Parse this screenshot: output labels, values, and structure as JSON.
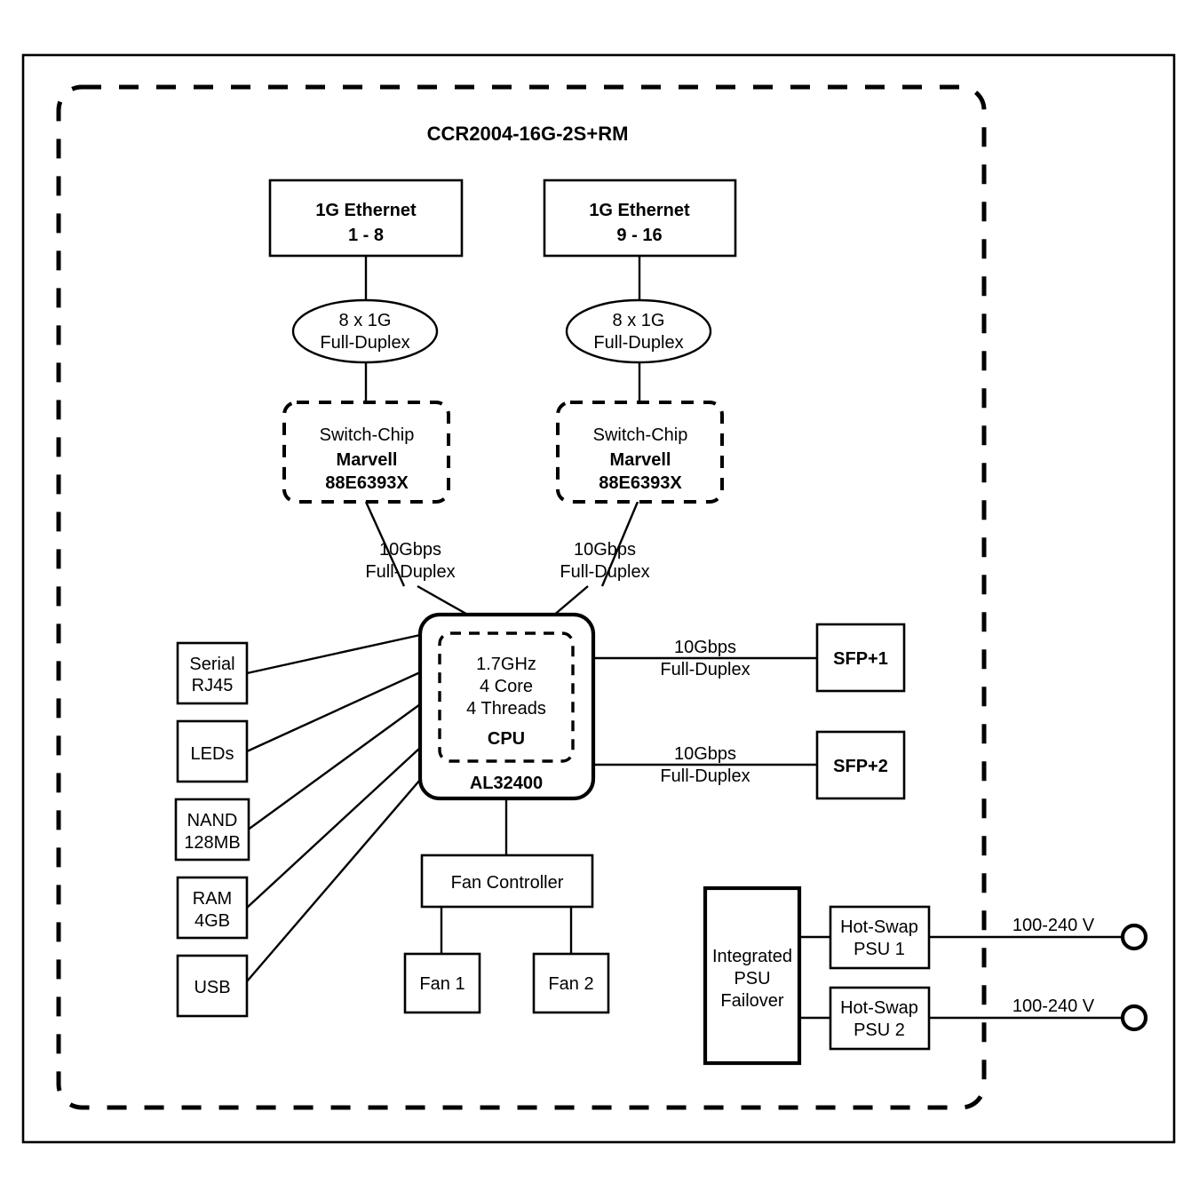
{
  "diagram": {
    "title": "CCR2004-16G-2S+RM",
    "type": "block-diagram",
    "device_boundary": "dashed-rounded-rectangle"
  },
  "ethernet_groups": [
    {
      "line1": "1G Ethernet",
      "line2": "1 - 8",
      "link_line1": "8 x 1G",
      "link_line2": "Full-Duplex",
      "chip_line1": "Switch-Chip",
      "chip_line2": "Marvell",
      "chip_line3": "88E6393X",
      "uplink_line1": "10Gbps",
      "uplink_line2": "Full-Duplex"
    },
    {
      "line1": "1G Ethernet",
      "line2": "9 - 16",
      "link_line1": "8 x 1G",
      "link_line2": "Full-Duplex",
      "chip_line1": "Switch-Chip",
      "chip_line2": "Marvell",
      "chip_line3": "88E6393X",
      "uplink_line1": "10Gbps",
      "uplink_line2": "Full-Duplex"
    }
  ],
  "cpu": {
    "spec_line1": "1.7GHz",
    "spec_line2": "4 Core",
    "spec_line3": "4 Threads",
    "label": "CPU",
    "model": "AL32400"
  },
  "peripherals": [
    {
      "line1": "Serial",
      "line2": "RJ45"
    },
    {
      "line1": "LEDs",
      "line2": ""
    },
    {
      "line1": "NAND",
      "line2": "128MB"
    },
    {
      "line1": "RAM",
      "line2": "4GB"
    },
    {
      "line1": "USB",
      "line2": ""
    }
  ],
  "sfp_ports": [
    {
      "label": "SFP+1",
      "link_line1": "10Gbps",
      "link_line2": "Full-Duplex"
    },
    {
      "label": "SFP+2",
      "link_line1": "10Gbps",
      "link_line2": "Full-Duplex"
    }
  ],
  "cooling": {
    "controller": "Fan Controller",
    "fans": [
      {
        "label": "Fan 1"
      },
      {
        "label": "Fan 2"
      }
    ]
  },
  "power": {
    "failover_line1": "Integrated",
    "failover_line2": "PSU",
    "failover_line3": "Failover",
    "supplies": [
      {
        "line1": "Hot-Swap",
        "line2": "PSU 1",
        "voltage": "100-240 V"
      },
      {
        "line1": "Hot-Swap",
        "line2": "PSU 2",
        "voltage": "100-240 V"
      }
    ]
  },
  "colors": {
    "stroke": "#000000",
    "background": "#ffffff"
  }
}
